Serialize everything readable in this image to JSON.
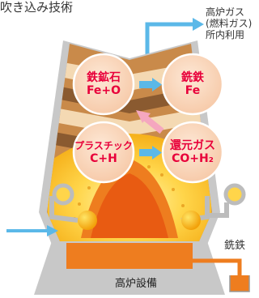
{
  "title": "吹き込み技術",
  "gas_output": {
    "line1": "高炉ガス",
    "line2": "(燃料ガス)",
    "line3": "所内利用"
  },
  "pig_iron_output": "銑鉄",
  "equipment_label": "高炉設備",
  "reactions": {
    "iron_ore": {
      "line1": "鉄鉱石",
      "line2": "Fe+O"
    },
    "pig_iron": {
      "line1": "銑鉄",
      "line2": "Fe"
    },
    "plastic": {
      "line1": "プラスチック",
      "line2": "C+H"
    },
    "reducing_gas": {
      "line1": "還元ガス",
      "line2": "CO+H₂"
    }
  },
  "colors": {
    "accent_red": "#e8003a",
    "arrow_blue": "#5bb8e8",
    "arrow_pink": "#f5a7bf",
    "furnace_grey": "#bdbdbd",
    "hearth_orange": "#ee7d1f"
  }
}
